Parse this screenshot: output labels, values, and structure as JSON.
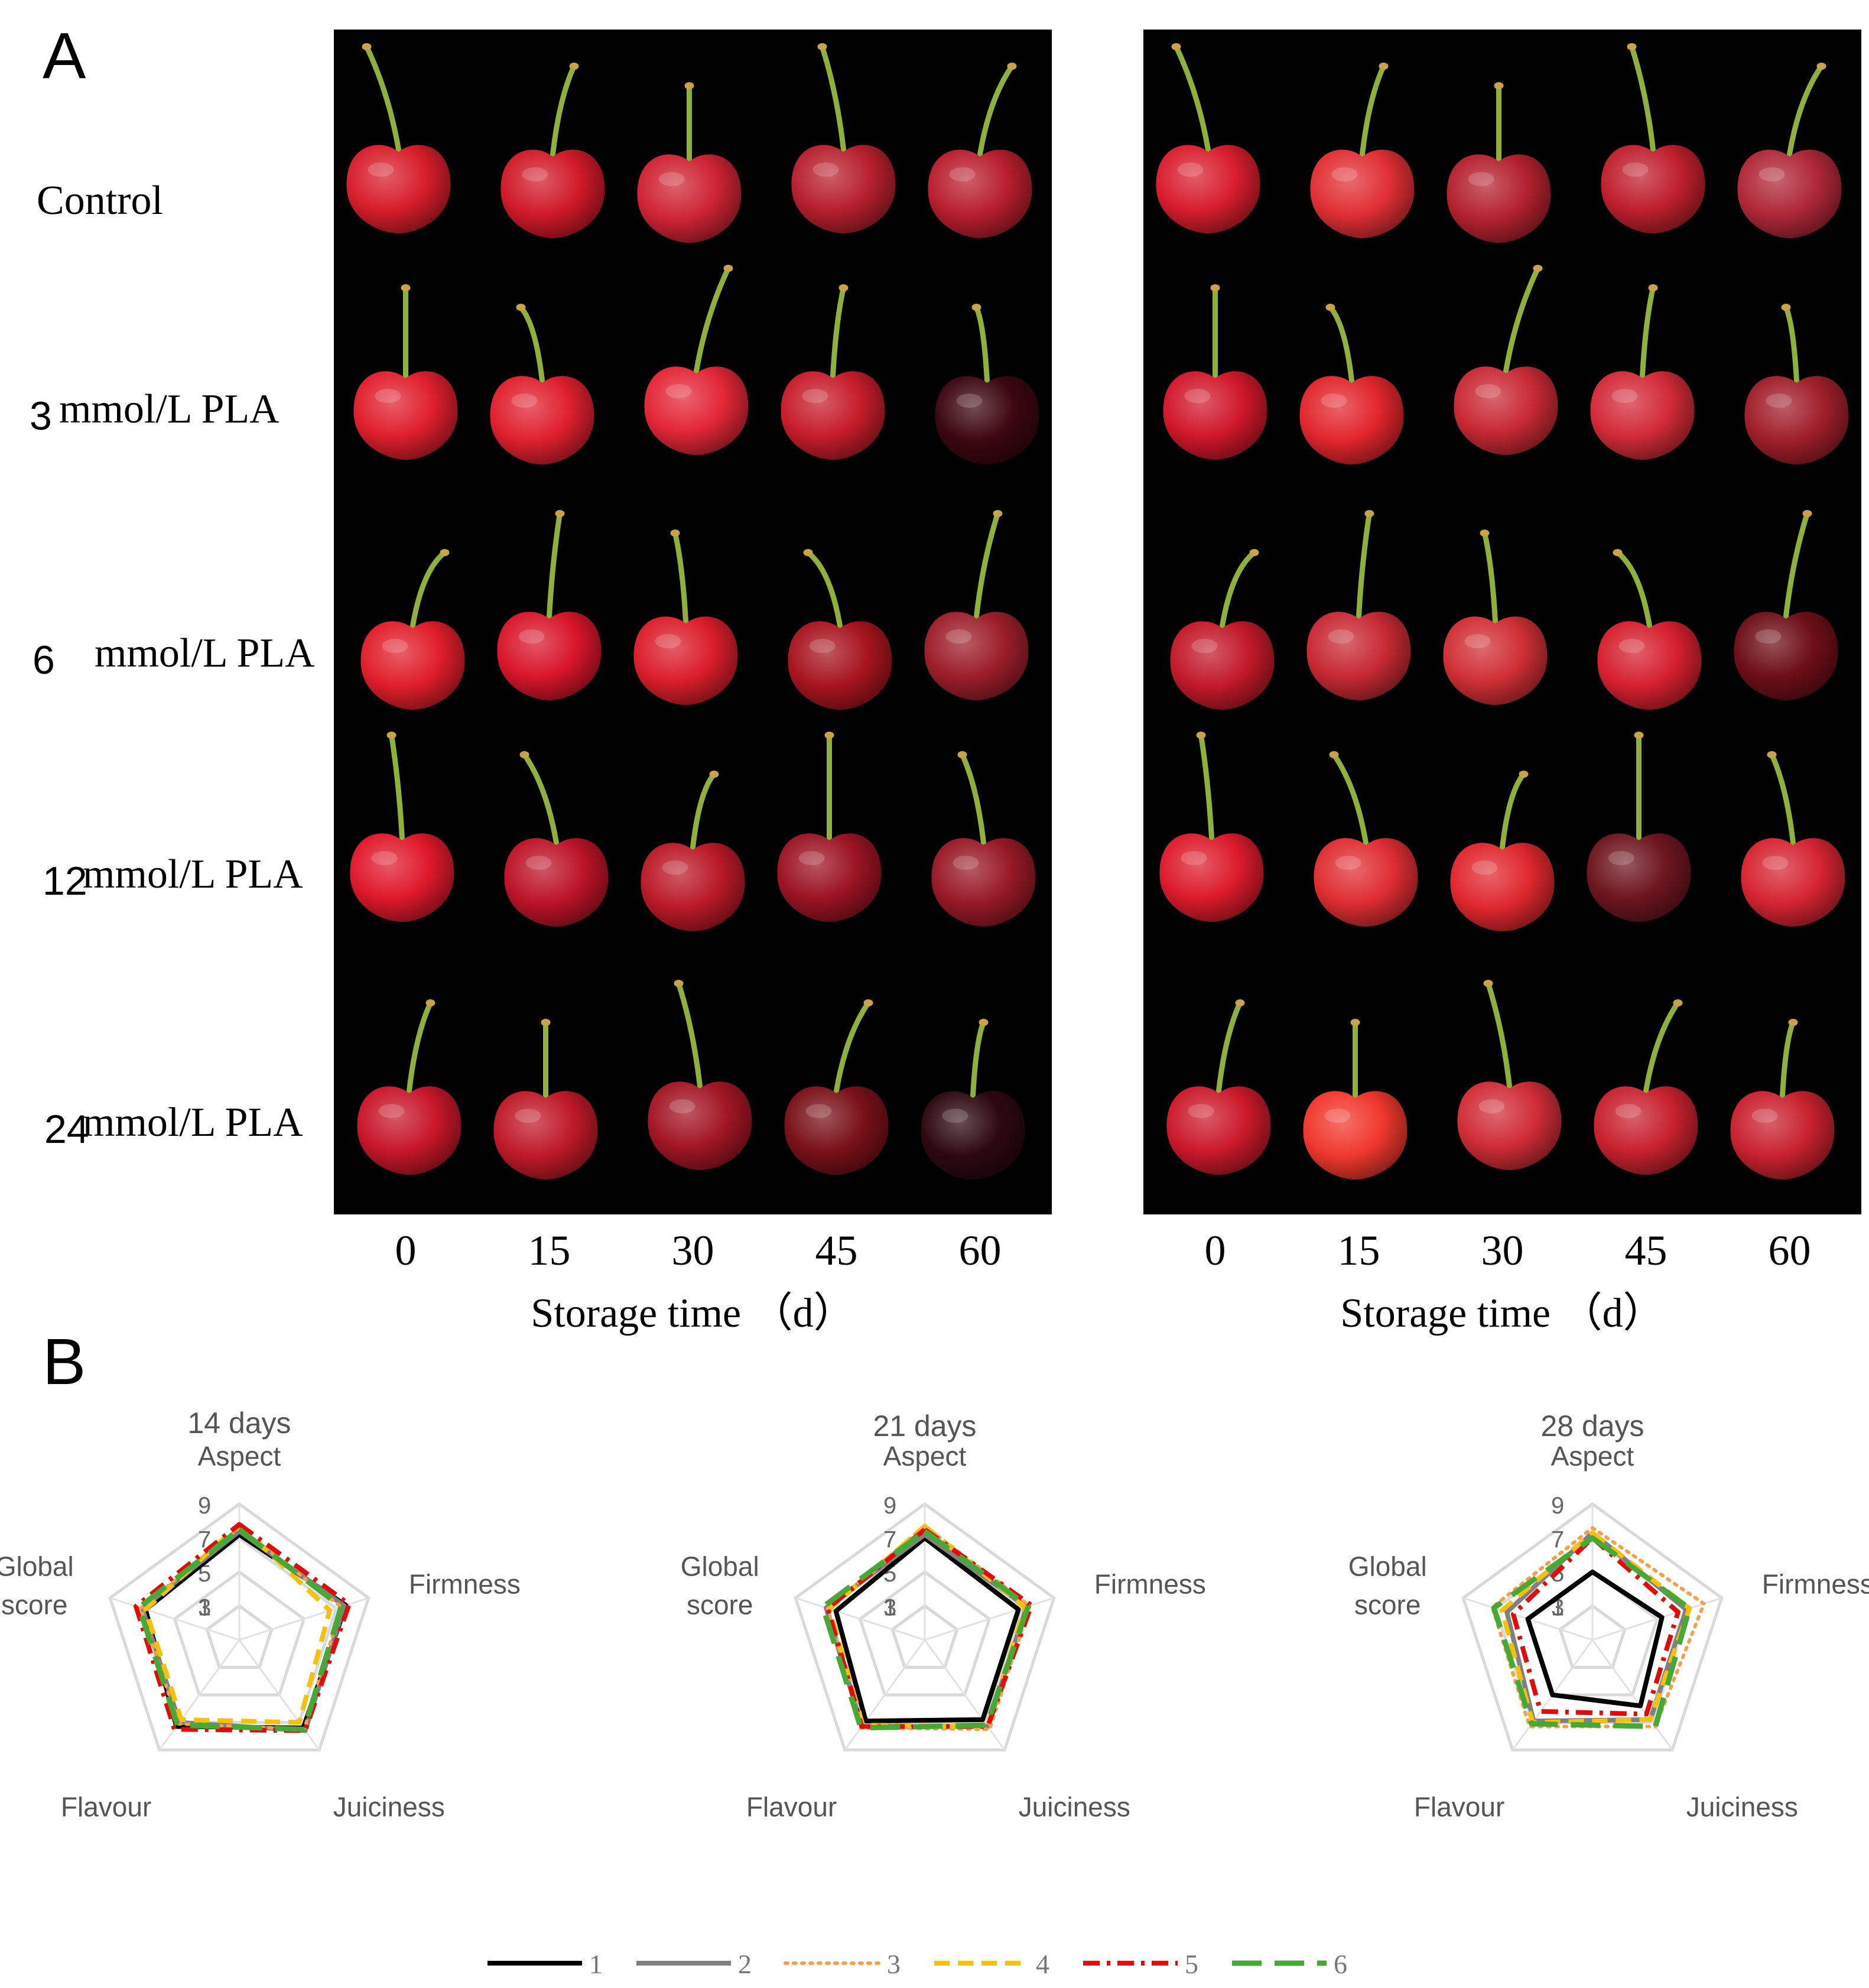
{
  "figure": {
    "panel_a_label": "A",
    "panel_b_label": "B"
  },
  "panel_a": {
    "row_labels": [
      {
        "number": "",
        "text": "Control"
      },
      {
        "number": "3",
        "text": "mmol/L PLA"
      },
      {
        "number": "6",
        "text": "mmol/L PLA"
      },
      {
        "number": "12",
        "text": "mmol/L PLA"
      },
      {
        "number": "24",
        "text": "mmol/L PLA"
      }
    ],
    "time_ticks": [
      "0",
      "15",
      "30",
      "45",
      "60"
    ],
    "axis_title": "Storage time （d）",
    "background_color": "#000000",
    "photo_sets": [
      {
        "grid": [
          [
            {
              "color": "#d81e2c"
            },
            {
              "color": "#d11a29"
            },
            {
              "color": "#cf2434"
            },
            {
              "color": "#b8202e"
            },
            {
              "color": "#b91f2e"
            }
          ],
          [
            {
              "color": "#e01f2e"
            },
            {
              "color": "#e0202f"
            },
            {
              "color": "#e32737"
            },
            {
              "color": "#c71d2b"
            },
            {
              "color": "#3c0710"
            }
          ],
          [
            {
              "color": "#e11f2c"
            },
            {
              "color": "#d9162b"
            },
            {
              "color": "#db1e2c"
            },
            {
              "color": "#a8151f"
            },
            {
              "color": "#9d1f2b"
            }
          ],
          [
            {
              "color": "#e0192c"
            },
            {
              "color": "#bd1428"
            },
            {
              "color": "#bb1a28"
            },
            {
              "color": "#9c1424"
            },
            {
              "color": "#981a27"
            }
          ],
          [
            {
              "color": "#c8172a"
            },
            {
              "color": "#c01a29"
            },
            {
              "color": "#a31625"
            },
            {
              "color": "#7a1119"
            },
            {
              "color": "#2c0910"
            }
          ]
        ]
      },
      {
        "grid": [
          [
            {
              "color": "#d91e2e"
            },
            {
              "color": "#e13035"
            },
            {
              "color": "#b4222f"
            },
            {
              "color": "#c0202e"
            },
            {
              "color": "#b02838"
            }
          ],
          [
            {
              "color": "#d1182b"
            },
            {
              "color": "#e2262d"
            },
            {
              "color": "#c92a35"
            },
            {
              "color": "#d32b38"
            },
            {
              "color": "#a01f2b"
            }
          ],
          [
            {
              "color": "#c31a2a"
            },
            {
              "color": "#c82a34"
            },
            {
              "color": "#d03036"
            },
            {
              "color": "#d6202f"
            },
            {
              "color": "#6e0f18"
            }
          ],
          [
            {
              "color": "#dd1b2c"
            },
            {
              "color": "#df2e33"
            },
            {
              "color": "#e0282f"
            },
            {
              "color": "#6e1620"
            },
            {
              "color": "#d62532"
            }
          ],
          [
            {
              "color": "#cc1a2b"
            },
            {
              "color": "#f0382e"
            },
            {
              "color": "#d02d37"
            },
            {
              "color": "#c8222f"
            },
            {
              "color": "#c9222f"
            }
          ]
        ]
      }
    ]
  },
  "chart_data": [
    {
      "type": "radar",
      "title": "14 days",
      "axes": [
        "Aspect",
        "Firmness",
        "Juiciness",
        "Flavour",
        "Global score"
      ],
      "axis_tick_labels": [
        "9",
        "7",
        "5",
        "3",
        "1"
      ],
      "range": [
        1,
        9
      ],
      "series": [
        {
          "name": "1",
          "values": [
            7.2,
            7.6,
            7.4,
            7.3,
            6.8
          ]
        },
        {
          "name": "2",
          "values": [
            7.4,
            7.5,
            7.6,
            7.0,
            7.0
          ]
        },
        {
          "name": "3",
          "values": [
            7.6,
            7.3,
            7.5,
            7.1,
            7.1
          ]
        },
        {
          "name": "4",
          "values": [
            7.8,
            6.6,
            7.0,
            6.8,
            6.8
          ]
        },
        {
          "name": "5",
          "values": [
            7.8,
            7.8,
            7.6,
            7.5,
            7.4
          ]
        },
        {
          "name": "6",
          "values": [
            7.5,
            7.3,
            7.5,
            7.2,
            7.2
          ]
        }
      ]
    },
    {
      "type": "radar",
      "title": "21 days",
      "axes": [
        "Aspect",
        "Firmness",
        "Juiciness",
        "Flavour",
        "Global score"
      ],
      "axis_tick_labels": [
        "9",
        "7",
        "5",
        "3",
        "1"
      ],
      "range": [
        1,
        9
      ],
      "series": [
        {
          "name": "1",
          "values": [
            7.0,
            6.8,
            6.8,
            6.9,
            6.5
          ]
        },
        {
          "name": "2",
          "values": [
            7.2,
            7.3,
            7.3,
            7.3,
            7.1
          ]
        },
        {
          "name": "3",
          "values": [
            7.7,
            7.5,
            7.5,
            7.4,
            7.0
          ]
        },
        {
          "name": "4",
          "values": [
            7.7,
            7.2,
            7.3,
            7.2,
            6.9
          ]
        },
        {
          "name": "5",
          "values": [
            7.5,
            7.6,
            7.3,
            7.3,
            7.0
          ]
        },
        {
          "name": "6",
          "values": [
            7.4,
            7.4,
            7.2,
            7.4,
            7.3
          ]
        }
      ]
    },
    {
      "type": "radar",
      "title": "28 days",
      "axes": [
        "Aspect",
        "Firmness",
        "Juiciness",
        "Flavour",
        "Global score"
      ],
      "axis_tick_labels": [
        "9",
        "7",
        "5",
        "3",
        "1"
      ],
      "range": [
        1,
        9
      ],
      "series": [
        {
          "name": "1",
          "values": [
            5.0,
            5.3,
            5.8,
            5.0,
            5.0
          ]
        },
        {
          "name": "2",
          "values": [
            7.3,
            6.8,
            6.8,
            6.9,
            6.3
          ]
        },
        {
          "name": "3",
          "values": [
            7.6,
            7.9,
            7.3,
            7.3,
            7.2
          ]
        },
        {
          "name": "4",
          "values": [
            7.3,
            7.0,
            6.8,
            7.0,
            6.6
          ]
        },
        {
          "name": "5",
          "values": [
            7.0,
            6.3,
            6.4,
            6.2,
            5.9
          ]
        },
        {
          "name": "6",
          "values": [
            7.0,
            7.0,
            7.3,
            7.1,
            7.1
          ]
        }
      ]
    }
  ],
  "legend": {
    "items": [
      {
        "label": "1",
        "color": "#000000",
        "dash": "solid",
        "width": 8
      },
      {
        "label": "2",
        "color": "#808080",
        "dash": "solid",
        "width": 8
      },
      {
        "label": "3",
        "color": "#f4a14d",
        "dash": "dotted",
        "width": 6
      },
      {
        "label": "4",
        "color": "#f5c10e",
        "dash": "dashed",
        "width": 8
      },
      {
        "label": "5",
        "color": "#e00b0b",
        "dash": "dashdot",
        "width": 8
      },
      {
        "label": "6",
        "color": "#47a838",
        "dash": "longdash",
        "width": 9
      }
    ]
  }
}
